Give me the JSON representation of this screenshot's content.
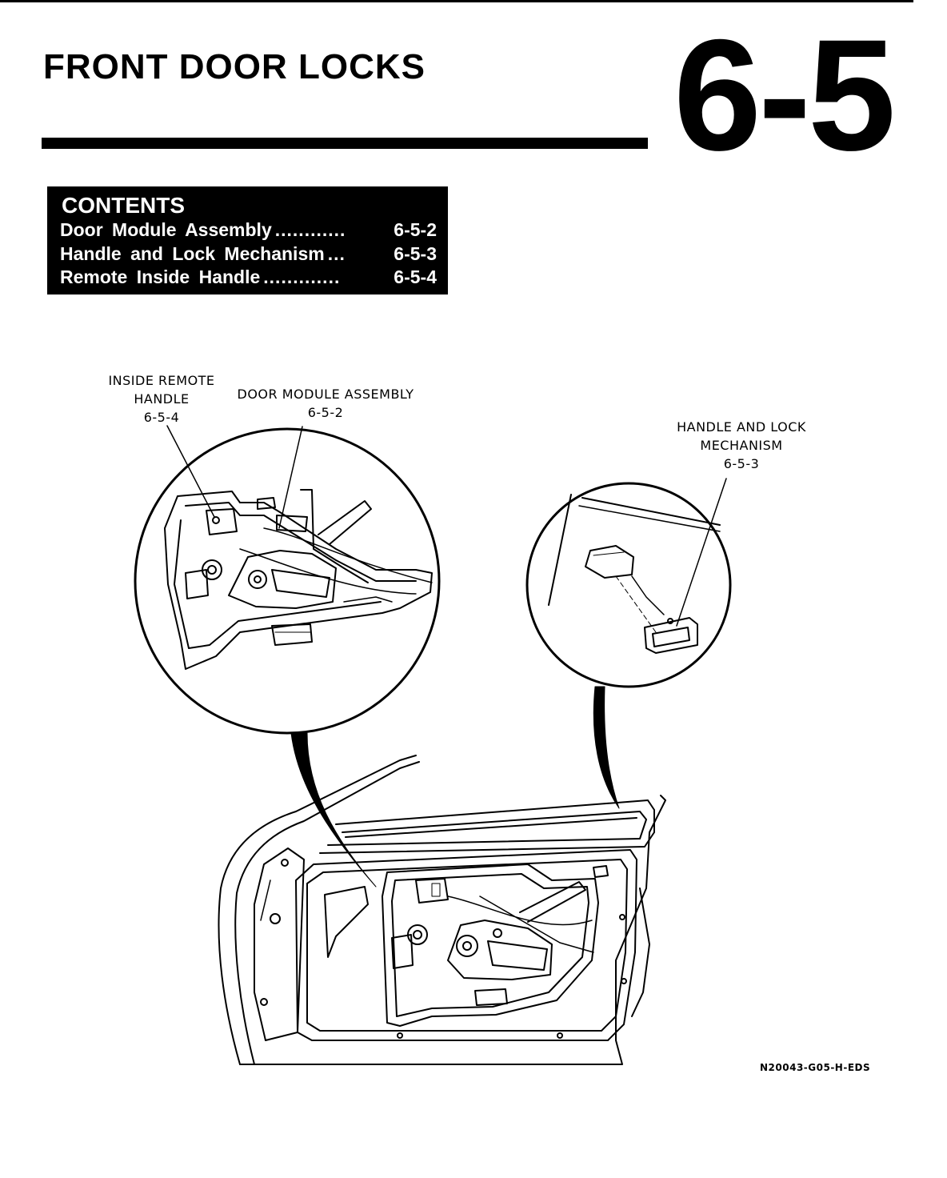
{
  "header": {
    "title": "FRONT DOOR LOCKS",
    "section_number": "6-5"
  },
  "contents": {
    "heading": "CONTENTS",
    "items": [
      {
        "label": "Door Module Assembly",
        "leader": "............",
        "page": "6-5-2"
      },
      {
        "label": "Handle and Lock Mechanism",
        "leader": "...",
        "page": "6-5-3"
      },
      {
        "label": "Remote Inside Handle",
        "leader": ".............",
        "page": "6-5-4"
      }
    ]
  },
  "illustration": {
    "callouts": {
      "inside_remote_handle": {
        "line1": "INSIDE REMOTE",
        "line2": "HANDLE",
        "ref": "6-5-4"
      },
      "door_module_assembly": {
        "line1": "DOOR MODULE ASSEMBLY",
        "ref": "6-5-2"
      },
      "handle_and_lock": {
        "line1": "HANDLE AND LOCK",
        "line2": "MECHANISM",
        "ref": "6-5-3"
      }
    },
    "figure_id": "N20043-G05-H-EDS"
  }
}
